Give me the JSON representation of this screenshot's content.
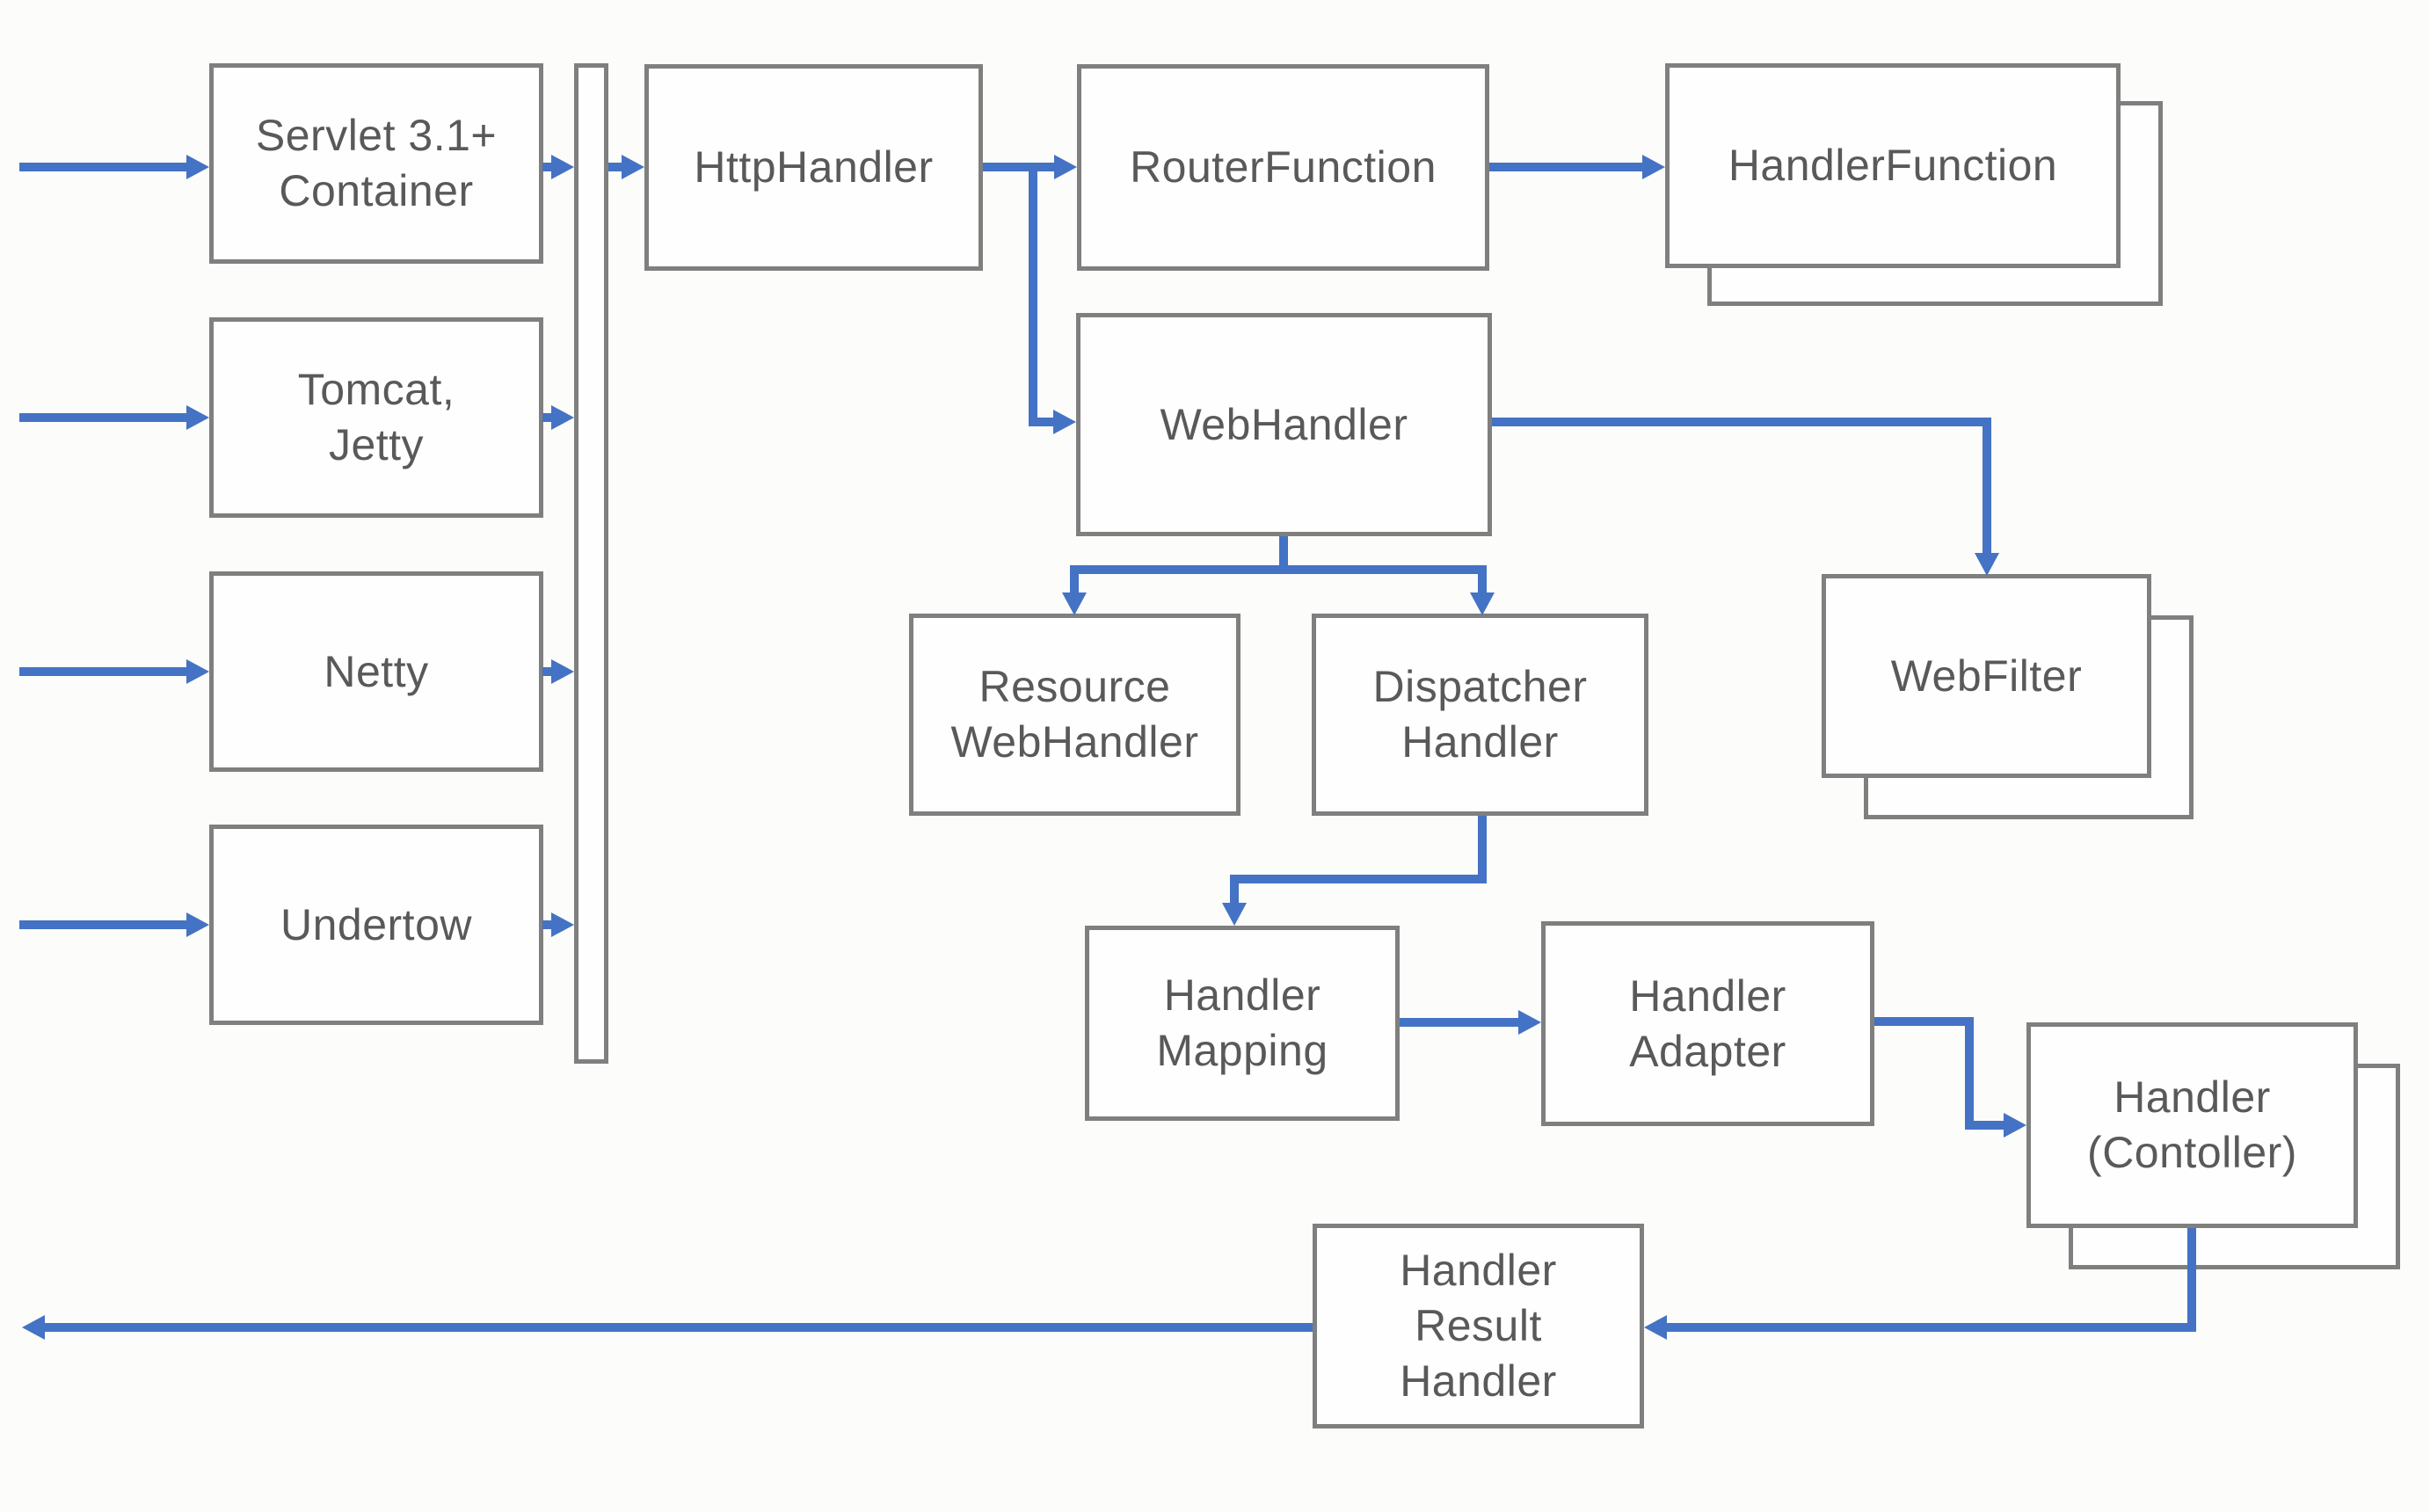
{
  "diagram_type": "flow-diagram",
  "colors": {
    "arrow": "#4472C4",
    "box_border": "#7f7f7f",
    "text": "#595959",
    "background": "#fcfcfa"
  },
  "nodes": {
    "servlet": {
      "label": "Servlet 3.1+\nContainer"
    },
    "tomcat": {
      "label": "Tomcat,\nJetty"
    },
    "netty": {
      "label": "Netty"
    },
    "undertow": {
      "label": "Undertow"
    },
    "http_handler": {
      "label": "HttpHandler"
    },
    "router_function": {
      "label": "RouterFunction"
    },
    "handler_function": {
      "label": "HandlerFunction"
    },
    "web_handler": {
      "label": "WebHandler"
    },
    "resource_web_handler": {
      "label": "Resource\nWebHandler"
    },
    "dispatcher_handler": {
      "label": "Dispatcher\nHandler"
    },
    "web_filter": {
      "label": "WebFilter"
    },
    "handler_mapping": {
      "label": "Handler\nMapping"
    },
    "handler_adapter": {
      "label": "Handler\nAdapter"
    },
    "handler_controller": {
      "label": "Handler\n(Contoller)"
    },
    "handler_result_handler": {
      "label": "Handler\nResult\nHandler"
    }
  }
}
